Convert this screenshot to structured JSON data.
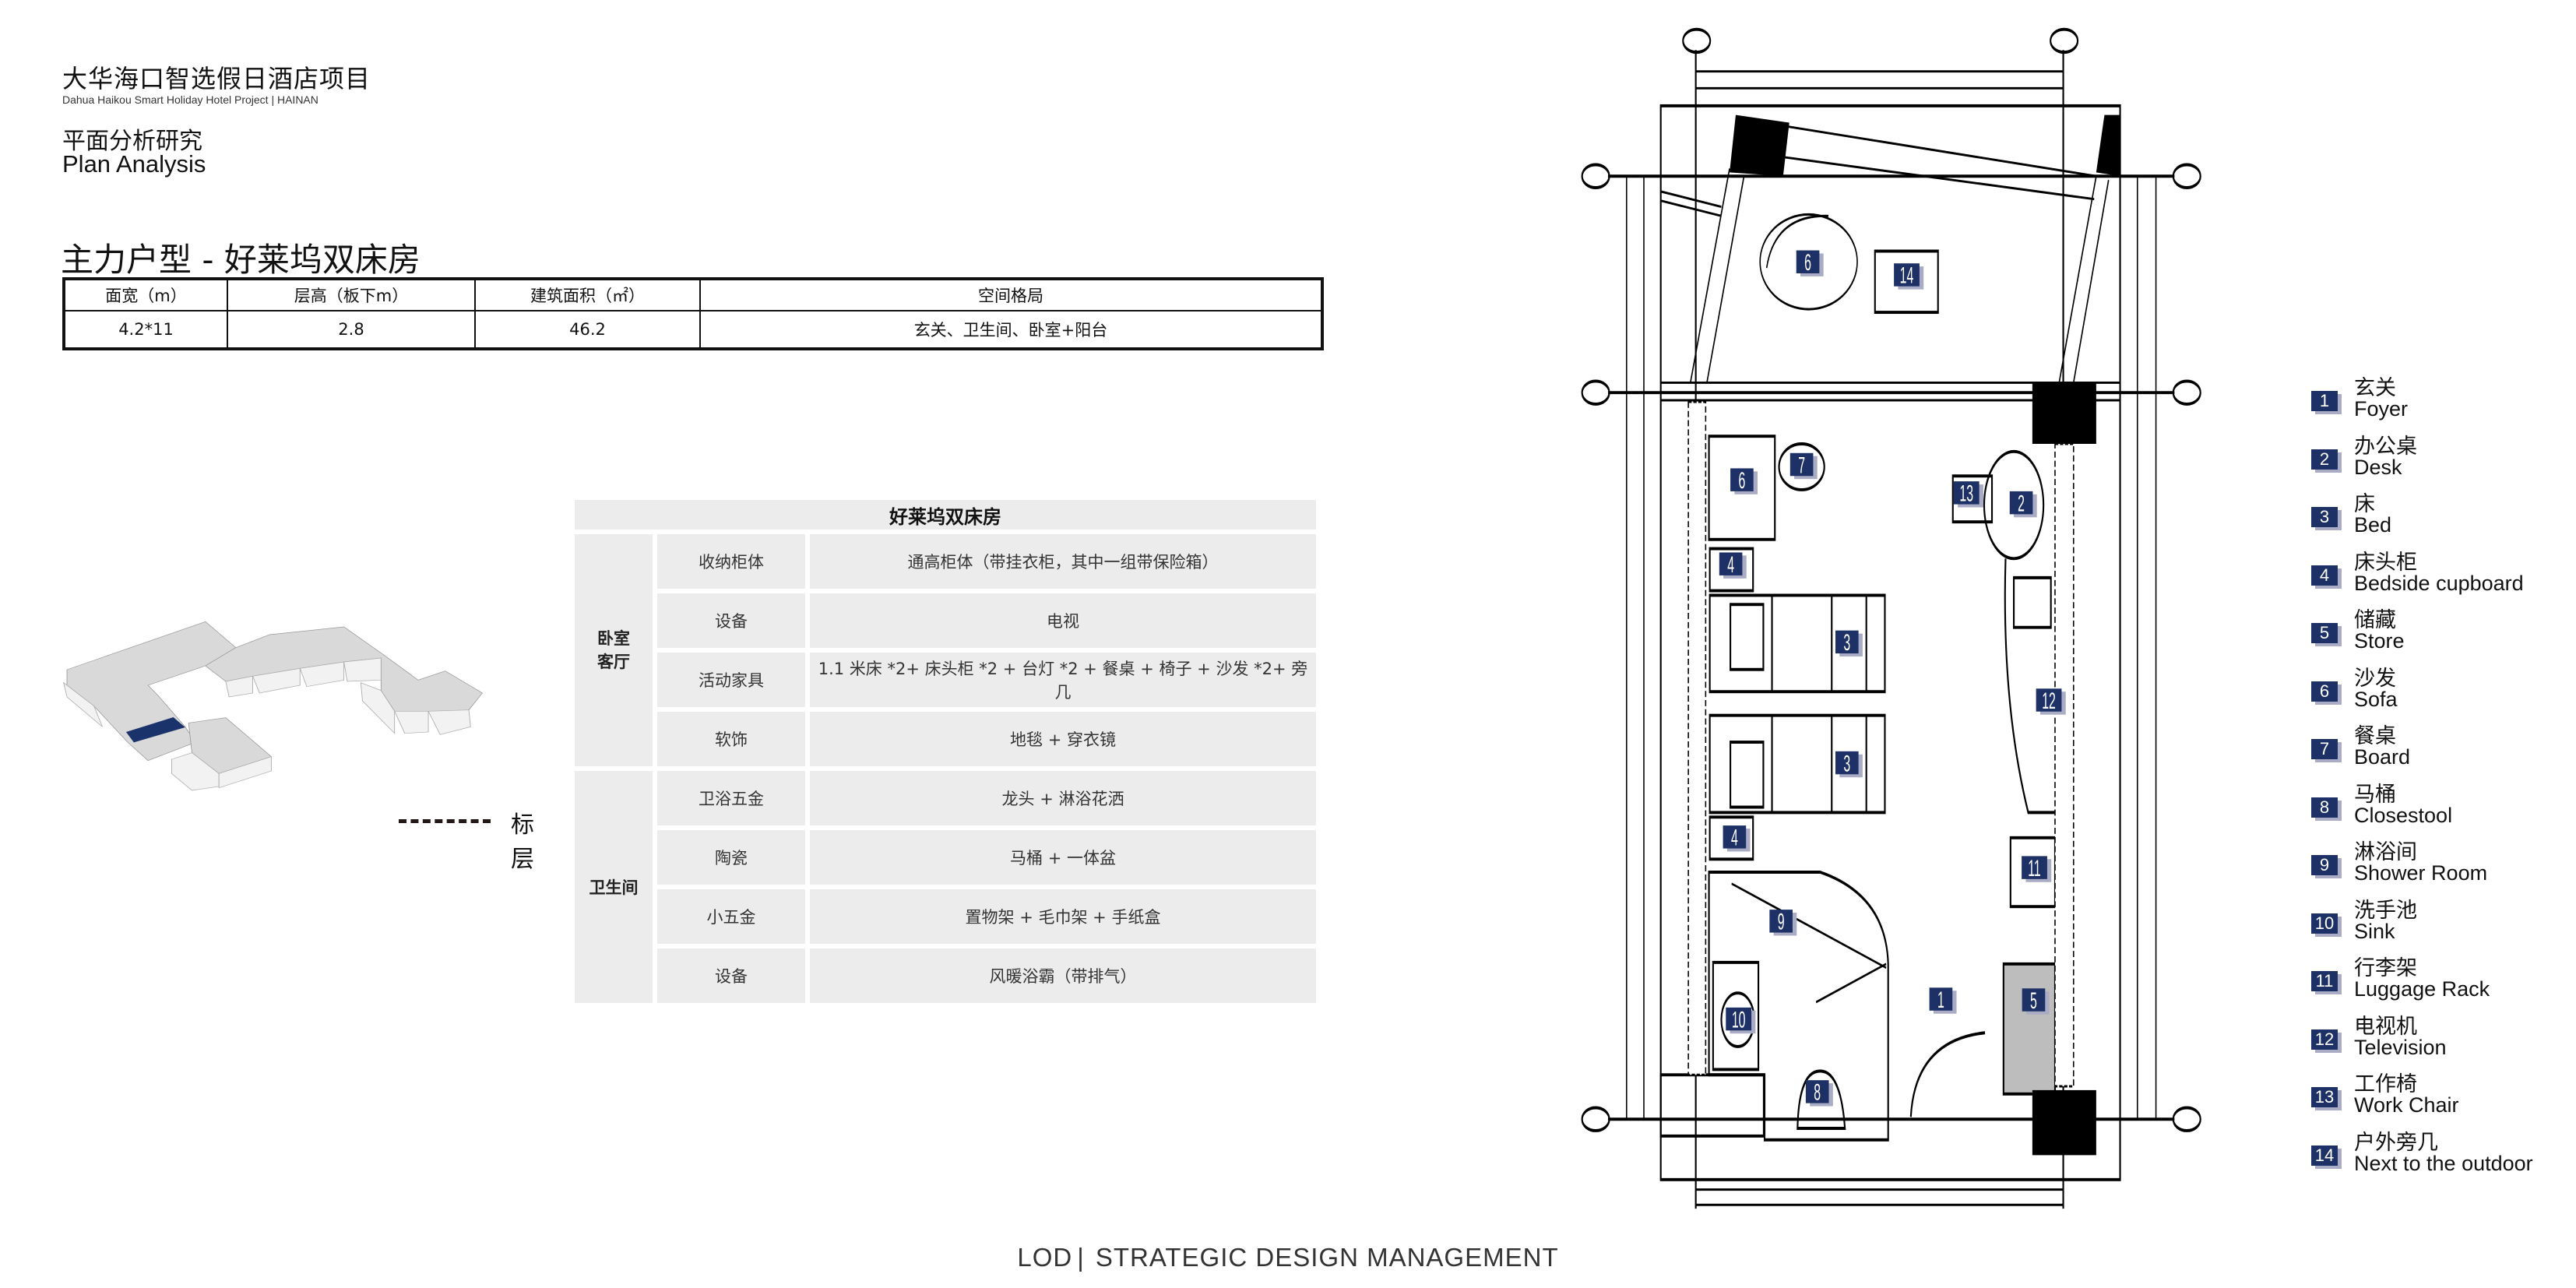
{
  "header": {
    "project_cn": "大华海口智选假日酒店项目",
    "project_en": "Dahua Haikou Smart Holiday Hotel Project | HAINAN",
    "section_cn": "平面分析研究",
    "section_en": "Plan Analysis"
  },
  "room_heading": "主力户型 - 好莱坞双床房",
  "spec_table": {
    "headers": [
      "面宽（m）",
      "层高（板下m）",
      "建筑面积（㎡）",
      "空间格局"
    ],
    "values": [
      "4.2*11",
      "2.8",
      "46.2",
      "玄关、卫生间、卧室+阳台"
    ]
  },
  "detail_table": {
    "title": "好莱坞双床房",
    "groups": [
      {
        "name": "卧室客厅",
        "rows": [
          {
            "item": "收纳柜体",
            "desc": "通高柜体（带挂衣柜，其中一组带保险箱）"
          },
          {
            "item": "设备",
            "desc": "电视"
          },
          {
            "item": "活动家具",
            "desc": "1.1 米床 *2+ 床头柜 *2 + 台灯 *2 + 餐桌 + 椅子 + 沙发 *2+ 旁几"
          },
          {
            "item": "软饰",
            "desc": "地毯 + 穿衣镜"
          }
        ]
      },
      {
        "name": "卫生间",
        "rows": [
          {
            "item": "卫浴五金",
            "desc": "龙头 + 淋浴花洒"
          },
          {
            "item": "陶瓷",
            "desc": "马桶 + 一体盆"
          },
          {
            "item": "小五金",
            "desc": "置物架 + 毛巾架 + 手纸盒"
          },
          {
            "item": "设备",
            "desc": "风暖浴霸（带排气）"
          }
        ]
      }
    ]
  },
  "building_legend": {
    "label": "标层"
  },
  "plan_labels": [
    "6",
    "14",
    "7",
    "6",
    "13",
    "2",
    "4",
    "3",
    "12",
    "3",
    "4",
    "11",
    "9",
    "1",
    "5",
    "10",
    "8"
  ],
  "legend": [
    {
      "num": "1",
      "cn": "玄关",
      "en": "Foyer"
    },
    {
      "num": "2",
      "cn": "办公桌",
      "en": "Desk"
    },
    {
      "num": "3",
      "cn": "床",
      "en": "Bed"
    },
    {
      "num": "4",
      "cn": "床头柜",
      "en": "Bedside cupboard"
    },
    {
      "num": "5",
      "cn": "储藏",
      "en": "Store"
    },
    {
      "num": "6",
      "cn": "沙发",
      "en": "Sofa"
    },
    {
      "num": "7",
      "cn": "餐桌",
      "en": "Board"
    },
    {
      "num": "8",
      "cn": "马桶",
      "en": "Closestool"
    },
    {
      "num": "9",
      "cn": "淋浴间",
      "en": "Shower Room"
    },
    {
      "num": "10",
      "cn": "洗手池",
      "en": "Sink"
    },
    {
      "num": "11",
      "cn": "行李架",
      "en": "Luggage Rack"
    },
    {
      "num": "12",
      "cn": "电视机",
      "en": "Television"
    },
    {
      "num": "13",
      "cn": "工作椅",
      "en": "Work Chair"
    },
    {
      "num": "14",
      "cn": "户外旁几",
      "en": "Next to the outdoor"
    }
  ],
  "footer": {
    "brand": "LOD",
    "sep": "|",
    "text": "STRATEGIC DESIGN MANAGEMENT"
  },
  "colors": {
    "accent": "#1d3166",
    "badge_shadow": "#a9acc4",
    "table_bg": "#ececec"
  }
}
